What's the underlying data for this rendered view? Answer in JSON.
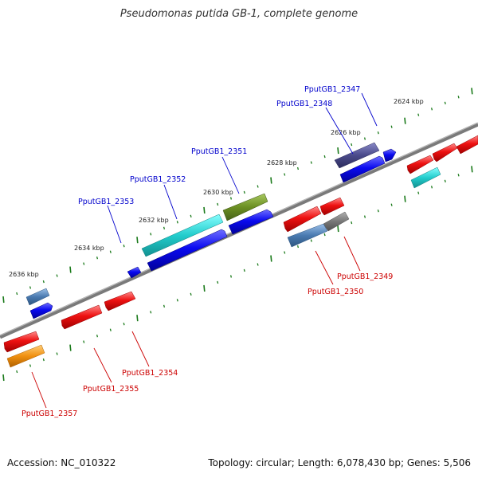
{
  "title": "Pseudomonas putida GB-1, complete genome",
  "footer": {
    "accession": "Accession: NC_010322",
    "summary": "Topology: circular; Length: 6,078,430 bp; Genes: 5,506"
  },
  "scale_labels": [
    "2624 kbp",
    "2626 kbp",
    "2628 kbp",
    "2630 kbp",
    "2632 kbp",
    "2634 kbp",
    "2636 kbp"
  ],
  "gene_labels": [
    "PputGB1_2347",
    "PputGB1_2348",
    "PputGB1_2349",
    "PputGB1_2350",
    "PputGB1_2351",
    "PputGB1_2352",
    "PputGB1_2353",
    "PputGB1_2354",
    "PputGB1_2355",
    "PputGB1_2357"
  ],
  "colors": {
    "label_forward": "#0000cc",
    "label_reverse": "#cc0000",
    "backbone": "#7a7a7a",
    "tick": "#1a7a1a",
    "cds_blue": "#0a0af0",
    "cds_red": "#ee1111",
    "cyan": "#22cccc",
    "olive": "#6b8f22",
    "purple": "#4a4a8a",
    "gray": "#777777",
    "steel": "#4a7ab0",
    "orange": "#f09010"
  }
}
